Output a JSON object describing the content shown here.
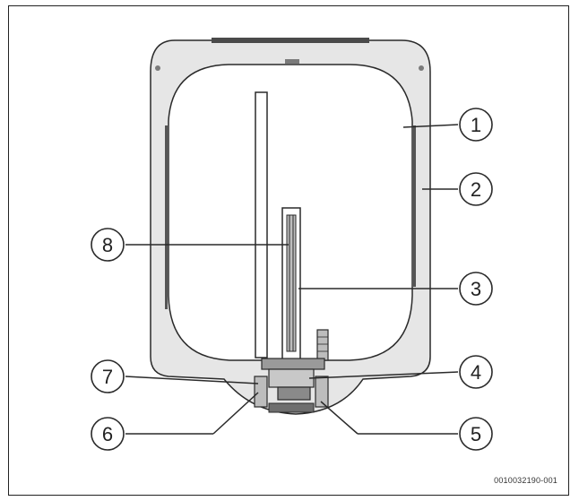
{
  "diagram": {
    "callouts": [
      {
        "id": "1",
        "label": "1"
      },
      {
        "id": "2",
        "label": "2"
      },
      {
        "id": "3",
        "label": "3"
      },
      {
        "id": "4",
        "label": "4"
      },
      {
        "id": "5",
        "label": "5"
      },
      {
        "id": "6",
        "label": "6"
      },
      {
        "id": "7",
        "label": "7"
      },
      {
        "id": "8",
        "label": "8"
      }
    ],
    "reference_code": "0010032190-001"
  },
  "colors": {
    "housing": "#e6e6e6",
    "tank": "#ffffff",
    "line": "#2a2a2a",
    "component": "#bdbdbd"
  }
}
